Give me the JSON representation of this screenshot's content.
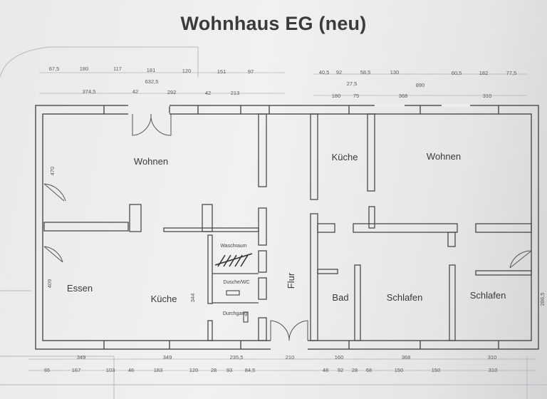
{
  "title": "Wohnhaus EG (neu)",
  "rooms": {
    "wohnen_left": "Wohnen",
    "essen": "Essen",
    "kueche_left": "Küche",
    "flur": "Flur",
    "kueche_right": "Küche",
    "wohnen_right": "Wohnen",
    "bad": "Bad",
    "schlafen_1": "Schlafen",
    "schlafen_2": "Schlafen",
    "waschraum": "Waschraum",
    "dusche_wc": "Dusche/WC",
    "durchgang": "Durchgang"
  },
  "dims_top_row1": [
    "67,5",
    "180",
    "117",
    "181",
    "120",
    "151",
    "97",
    "40,5",
    "92",
    "58,5",
    "130",
    "60,5",
    "182",
    "77,5"
  ],
  "dims_top_row2": [
    "374,5",
    "42",
    "292",
    "42",
    "213",
    "27,5",
    "890",
    "632,5"
  ],
  "dims_top_row3": [
    "180",
    "75",
    "368",
    "310"
  ],
  "dims_bottom_row1": [
    "349",
    "349",
    "235,5",
    "210",
    "160",
    "368",
    "310"
  ],
  "dims_bottom_row2": [
    "65",
    "167",
    "103",
    "46",
    "183",
    "120",
    "28",
    "93",
    "84,5",
    "48",
    "92",
    "28",
    "68",
    "150",
    "150",
    "310"
  ],
  "dims_side": [
    "470",
    "409",
    "344",
    "286,5"
  ]
}
